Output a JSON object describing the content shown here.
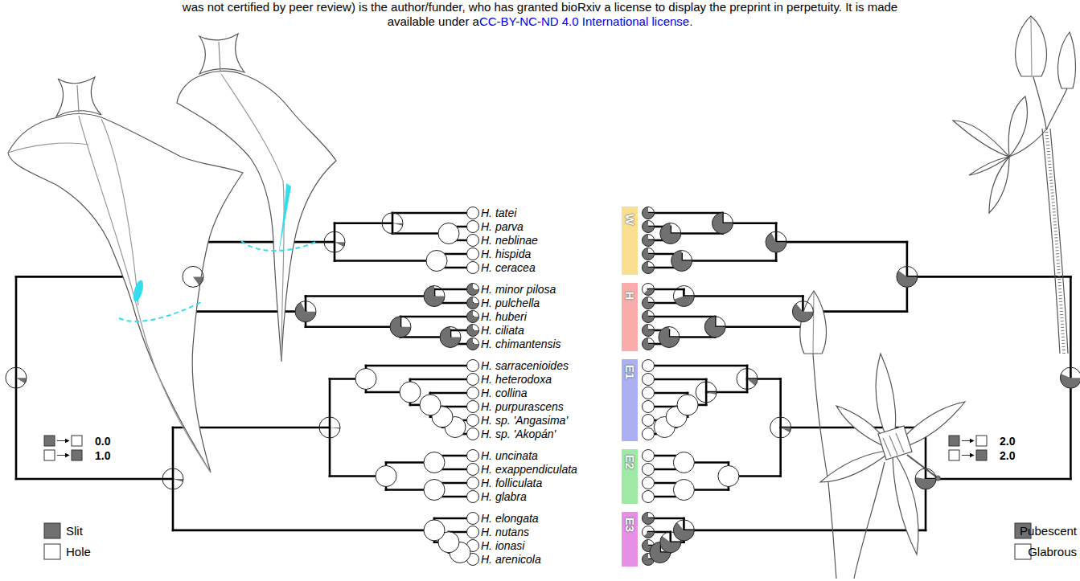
{
  "diagram": {
    "nodes": [
      {
        "text": [
          "W"
        ]
      },
      {
        "text": [
          "H"
        ]
      },
      {
        "text": [
          "E1"
        ]
      },
      {
        "text": [
          "E2"
        ]
      },
      {
        "text": [
          "E3"
        ]
      }
    ],
    "labels": [
      "was not certified by peer review) is the author/funder, who has granted bioRxiv a license to display the preprint in perpetuity. It is made",
      "available under a",
      "CC-BY-NC-ND 4.0 International license.",
      "H. tatei",
      "H. parva",
      "H. neblinae",
      "H. hispida",
      "H. ceracea",
      "H. minor pilosa",
      "H. pulchella",
      "H. huberi",
      "H. ciliata",
      "H. chimantensis",
      "H. sarracenioides",
      "H. heterodoxa",
      "H. collina",
      "H. purpurascens",
      "H. sp. 'Angasima'",
      "H. sp. 'Akopán'",
      "H. uncinata",
      "H. exappendiculata",
      "H. folliculata",
      "H. glabra",
      "H. elongata",
      "H. nutans",
      "H. ionasi",
      "H. arenicola",
      "0.0",
      "1.0",
      "2.0",
      "2.0"
    ],
    "legend": [
      {
        "text": "Slit",
        "color": "#707070"
      },
      {
        "text": "Hole",
        "color": "#ffffff"
      },
      {
        "text": "Pubescent",
        "color": "#707070"
      },
      {
        "text": "Glabrous",
        "color": "#ffffff"
      }
    ]
  }
}
